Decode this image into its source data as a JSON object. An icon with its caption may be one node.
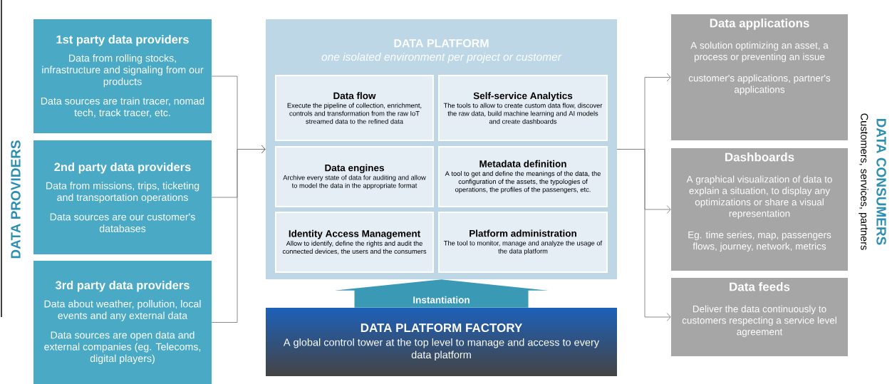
{
  "diagram": {
    "nodes": [
      {
        "text": [
          "1st party data providers",
          "Data from rolling stocks, infrastructure and signaling from our products",
          "Data sources are train tracer, nomad tech, track tracer, etc."
        ]
      },
      {
        "text": [
          "2nd party data providers",
          "Data from missions, trips, ticketing and transportation operations",
          "Data sources are our customer's databases"
        ]
      },
      {
        "text": [
          "3rd party data providers",
          "Data about weather, pollution, local events and any external data",
          "Data sources are open data and external companies (eg. Telecoms, digital players)"
        ]
      },
      {
        "text": [
          "DATA PLATFORM",
          "one isolated environment per project or customer"
        ]
      },
      {
        "text": [
          "Data flow",
          "Execute the pipeline of collection, enrichment, controls and transformation from the raw IoT streamed data to the refined data"
        ],
        "in": 3
      },
      {
        "text": [
          "Self-service Analytics",
          "The tools to allow to create custom data flow, discover the raw data, build machine learning and AI models and create dashboards"
        ],
        "in": 3
      },
      {
        "text": [
          "Data engines",
          "Archive every state of data for auditing and allow to model the data in the appropriate format"
        ],
        "in": 3
      },
      {
        "text": [
          "Metadata definition",
          "A tool to get and define the meanings of the data, the configuration of the assets, the typologies of operations, the profiles of the passengers, etc."
        ],
        "in": 3
      },
      {
        "text": [
          "Identity Access Management",
          "Allow to identify, define the rights and audit the connected devices, the users and the consumers"
        ],
        "in": 3
      },
      {
        "text": [
          "Platform administration",
          "The tool to monitor, manage and analyze the usage of the data platform"
        ],
        "in": 3
      },
      {
        "text": [
          "DATA PLATFORM FACTORY",
          "A global control tower at the top level to manage and access to every data platform"
        ]
      },
      {
        "text": [
          "Data applications",
          "A solution optimizing an asset, a process or preventing an issue",
          "customer's applications, partner's applications"
        ]
      },
      {
        "text": [
          "Dashboards",
          "A graphical visualization of data to explain a situation, to display any optimizations or share a visual representation",
          "Eg. time series, map, passengers flows, journey, network, metrics"
        ]
      },
      {
        "text": [
          "Data feeds",
          "Deliver the data continuously to customers respecting a service level agreement"
        ]
      }
    ],
    "edges": [
      {
        "from": 0,
        "to": 3,
        "arrow": "to"
      },
      {
        "from": 1,
        "to": 3,
        "arrow": "to"
      },
      {
        "from": 2,
        "to": 3,
        "arrow": "to"
      },
      {
        "from": 3,
        "to": 11,
        "arrow": "to"
      },
      {
        "from": 3,
        "to": 12,
        "arrow": "to"
      },
      {
        "from": 3,
        "to": 13,
        "arrow": "to"
      },
      {
        "from": 10,
        "to": 3,
        "arrow": "to",
        "label": "Instantiation",
        "style": "thick",
        "color": "#3a9ab6"
      }
    ],
    "labels": [
      "DATA PROVIDERS",
      "DATA CONSUMERS",
      "Customers, services, partners"
    ]
  }
}
